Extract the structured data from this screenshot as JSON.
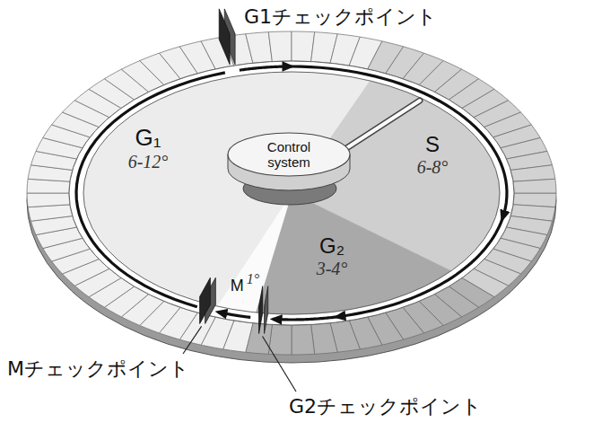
{
  "diagram": {
    "nodes": [
      {
        "text": [
          "G₁",
          "6-12°"
        ]
      },
      {
        "text": [
          "Control system"
        ]
      },
      {
        "text": [
          "S",
          "6-8°"
        ]
      },
      {
        "text": [
          "M",
          "1°"
        ]
      },
      {
        "text": [
          "G₂",
          "3-4°"
        ]
      }
    ],
    "labels": [
      "G1チェックポイント",
      "Mチェックポイント",
      "G2チェックポイント"
    ]
  }
}
